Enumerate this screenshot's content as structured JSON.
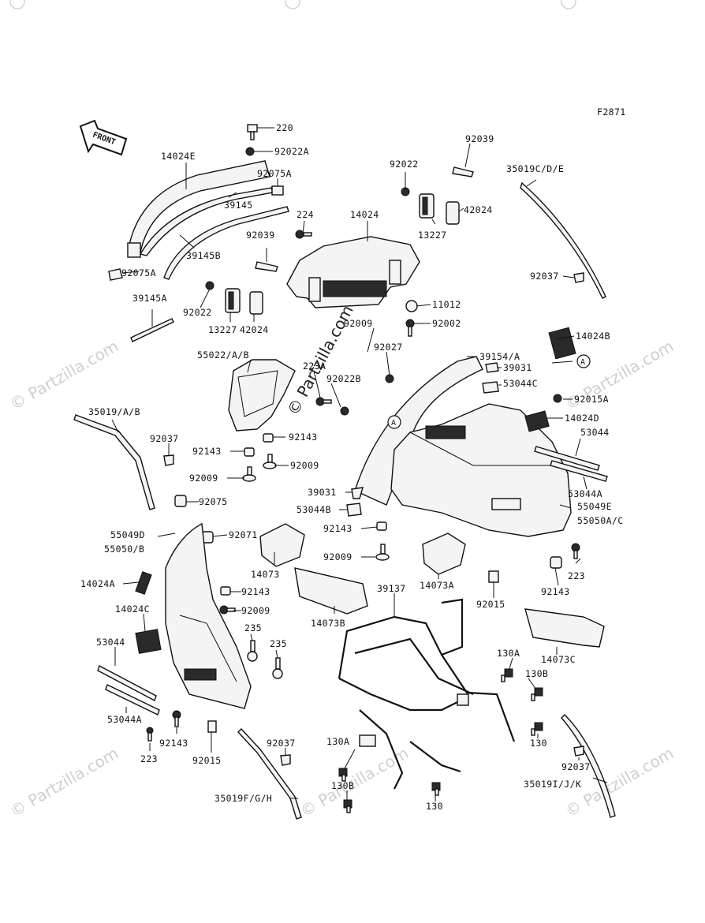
{
  "figure_id": "F2871",
  "direction_arrow_label": "FRONT",
  "watermark_text": "© Partzilla.com",
  "ref_circle_letter": "A",
  "labels": {
    "l220": "220",
    "l92022A": "92022A",
    "l14024E": "14024E",
    "l92075A_top": "92075A",
    "l39145": "39145",
    "l39145B": "39145B",
    "l92075A_left": "92075A",
    "l92039_a": "92039",
    "l92022_a": "92022",
    "l13227_a": "13227",
    "l42024_a": "42024",
    "l39145A": "39145A",
    "l224": "224",
    "l14024": "14024",
    "l92039_b": "92039",
    "l92022_b": "92022",
    "l13227_b": "13227",
    "l42024_b": "42024",
    "l35019CDE": "35019C/D/E",
    "l92037_a": "92037",
    "l11012": "11012",
    "l92009_top": "92009",
    "l92002": "92002",
    "l92027": "92027",
    "l14024B": "14024B",
    "l55022AB": "55022/A/B",
    "l223A": "223A",
    "l92022B": "92022B",
    "l39154A": "39154/A",
    "l39031_a": "39031",
    "l53044C": "53044C",
    "l92015A": "92015A",
    "l14024D": "14024D",
    "l53044_a": "53044",
    "l53044A_a": "53044A",
    "l55049E": "55049E",
    "l55050AC": "55050A/C",
    "l35019AB": "35019/A/B",
    "l92037_b": "92037",
    "l92143_a": "92143",
    "l92143_b": "92143",
    "l92009_a": "92009",
    "l92009_b": "92009",
    "l39031_b": "39031",
    "l53044B": "53044B",
    "l92075": "92075",
    "l92143_c": "92143",
    "l92009_c": "92009",
    "l55049D": "55049D",
    "l55050B": "55050/B",
    "l92071": "92071",
    "l14073": "14073",
    "l14073A": "14073A",
    "l223_a": "223",
    "l92143_d": "92143",
    "l14024A": "14024A",
    "l92143_e": "92143",
    "l14024C": "14024C",
    "l92009_d": "92009",
    "l14073B": "14073B",
    "l39137": "39137",
    "l92015_a": "92015",
    "l235_a": "235",
    "l235_b": "235",
    "l53044_b": "53044",
    "l14073C": "14073C",
    "l130A_a": "130A",
    "l130B_a": "130B",
    "l53044A_b": "53044A",
    "l92143_f": "92143",
    "l223_b": "223",
    "l92015_b": "92015",
    "l92037_c": "92037",
    "l130A_b": "130A",
    "l130_a": "130",
    "l92037_d": "92037",
    "l130B_b": "130B",
    "l35019IJK": "35019I/J/K",
    "l130_b": "130",
    "l35019FGH": "35019F/G/H"
  }
}
